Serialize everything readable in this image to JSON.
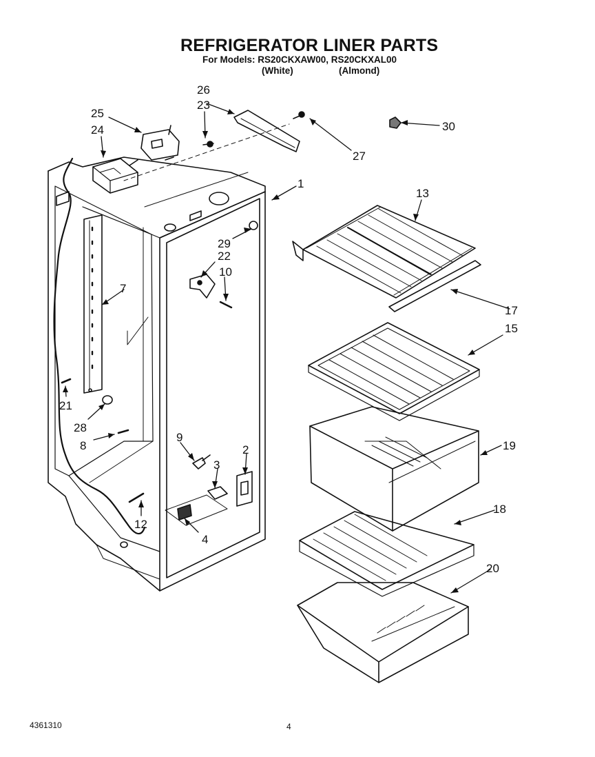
{
  "header": {
    "title": "REFRIGERATOR LINER PARTS",
    "models": "For Models: RS20CKXAW00, RS20CKXAL00",
    "color_white": "(White)",
    "color_almond": "(Almond)"
  },
  "callouts": {
    "c1": "1",
    "c2": "2",
    "c3": "3",
    "c4": "4",
    "c7": "7",
    "c8": "8",
    "c9": "9",
    "c10": "10",
    "c12": "12",
    "c13": "13",
    "c15": "15",
    "c17": "17",
    "c18": "18",
    "c19": "19",
    "c20": "20",
    "c21": "21",
    "c22": "22",
    "c23": "23",
    "c24": "24",
    "c25": "25",
    "c26": "26",
    "c27": "27",
    "c28": "28",
    "c29": "29",
    "c30": "30"
  },
  "footer": {
    "code": "4361310",
    "page": "4"
  }
}
